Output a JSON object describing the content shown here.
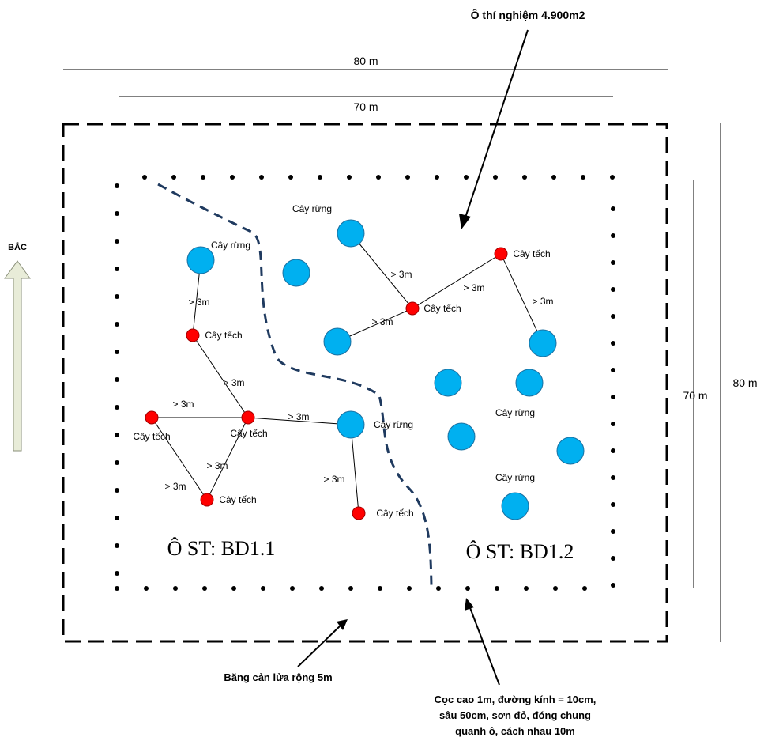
{
  "title": "Ô thí nghiệm 4.900m2",
  "north_label": "BẮC",
  "dimensions": {
    "outer_width": "80 m",
    "inner_width": "70 m",
    "inner_height": "70 m",
    "outer_height": "80 m"
  },
  "plots": {
    "left": "Ô ST: BD1.1",
    "right": "Ô ST: BD1.2"
  },
  "firebreak_label": "Băng cản lửa rộng 5m",
  "stake_note": {
    "line1": "Cọc cao 1m, đường kính = 10cm,",
    "line2": "sâu 50cm, sơn đỏ, đóng chung",
    "line3": "quanh ô, cách nhau 10m"
  },
  "tree_labels": {
    "forest_tree": "Cây rừng",
    "teak_tree": "Cây tếch"
  },
  "distance_label": "> 3m",
  "colors": {
    "forest_tree": "#00b0f0",
    "teak_tree": "#ff0000",
    "boundary_curve": "#1f3a5f",
    "north_arrow": "#e8ecd8"
  }
}
